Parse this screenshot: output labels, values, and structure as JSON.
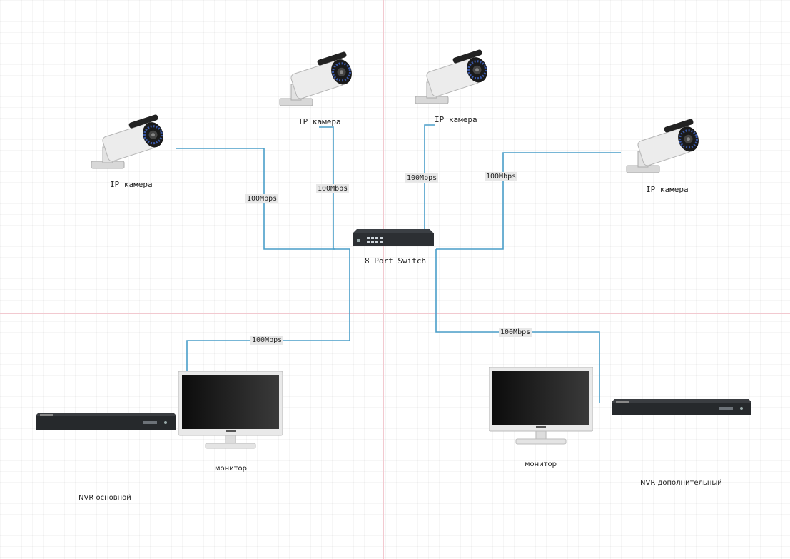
{
  "cameras": [
    {
      "label": "IP камера"
    },
    {
      "label": "IP камера"
    },
    {
      "label": "IP камера"
    },
    {
      "label": "IP камера"
    }
  ],
  "switch": {
    "label": "8 Port Switch"
  },
  "links": [
    {
      "speed": "100Mbps"
    },
    {
      "speed": "100Mbps"
    },
    {
      "speed": "100Mbps"
    },
    {
      "speed": "100Mbps"
    },
    {
      "speed": "100Mbps"
    },
    {
      "speed": "100Mbps"
    }
  ],
  "monitors": [
    {
      "label": "монитор"
    },
    {
      "label": "монитор"
    }
  ],
  "nvrs": [
    {
      "label": "NVR основной"
    },
    {
      "label": "NVR дополнительный"
    }
  ],
  "colors": {
    "link": "#4a9ec9",
    "guide": "#f2c9d0",
    "camera_ring": "#3a58a8"
  }
}
